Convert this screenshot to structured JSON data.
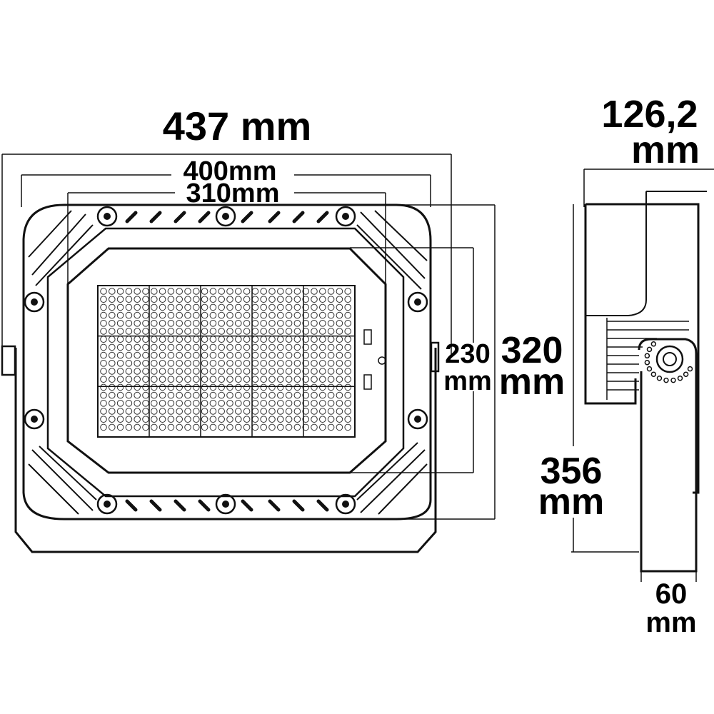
{
  "dimensions": {
    "overall_width": "437 mm",
    "inner_width": "400mm",
    "module_width": "310mm",
    "depth_value": "126,2",
    "depth_unit": "mm",
    "led_height_value": "230",
    "led_height_unit": "mm",
    "frame_height_value": "320",
    "frame_height_unit": "mm",
    "total_height_value": "356",
    "total_height_unit": "mm",
    "bracket_width_value": "60",
    "bracket_width_unit": "mm"
  },
  "colors": {
    "line": "#111111",
    "background": "#ffffff"
  }
}
